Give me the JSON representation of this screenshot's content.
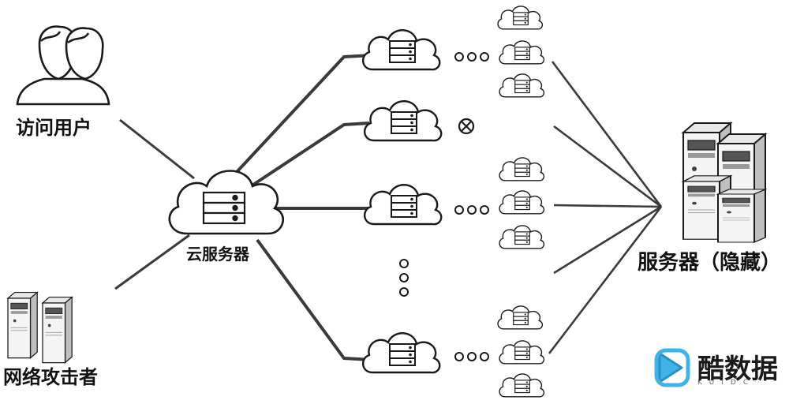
{
  "labels": {
    "visitor": "访问用户",
    "cloud_server": "云服务器",
    "attacker": "网络攻击者",
    "hidden_server": "服务器（隐藏）"
  },
  "watermark": {
    "name": "酷数据",
    "sub": "KUIDC"
  },
  "icons": {
    "user": "user-group-icon",
    "cloud_server": "cloud-server-icon",
    "tower_server": "tower-server-icon",
    "blocked": "blocked-x-icon",
    "ellipsis": "ellipsis-icon"
  },
  "colors": {
    "line": "#3a3a3a",
    "stroke": "#1a1a1a",
    "watermark_accent": "#3fb3e8"
  }
}
